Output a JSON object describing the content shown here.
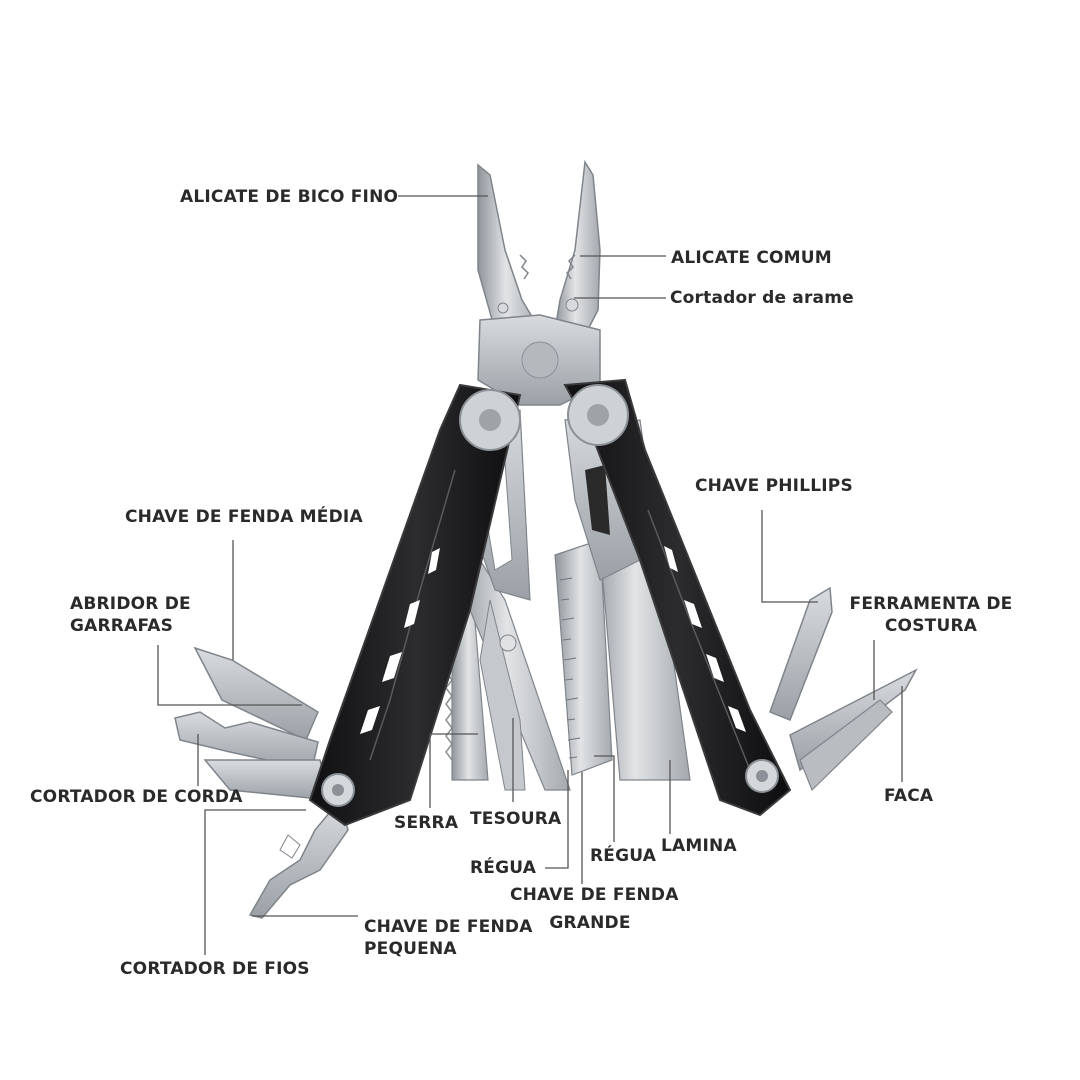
{
  "diagram": {
    "labels": {
      "alicate_bico_fino": "ALICATE DE BICO FINO",
      "alicate_comum": "ALICATE COMUM",
      "cortador_arame": "Cortador de arame",
      "chave_phillips": "CHAVE PHILLIPS",
      "chave_fenda_media": "CHAVE DE FENDA MÉDIA",
      "abridor_garrafas_1": "ABRIDOR DE",
      "abridor_garrafas_2": "GARRAFAS",
      "ferramenta_costura_1": "FERRAMENTA DE",
      "ferramenta_costura_2": "COSTURA",
      "cortador_corda": "CORTADOR DE CORDA",
      "faca": "FACA",
      "serra": "SERRA",
      "tesoura": "TESOURA",
      "lamina": "LAMINA",
      "regua_right": "RÉGUA",
      "regua_left": "RÉGUA",
      "chave_fenda_grande_1": "CHAVE DE FENDA",
      "chave_fenda_grande_2": "GRANDE",
      "chave_fenda_pequena_1": "CHAVE DE FENDA",
      "chave_fenda_pequena_2": "PEQUENA",
      "cortador_fios": "CORTADOR DE FIOS"
    },
    "colors": {
      "label_text": "#2a2a2a",
      "leader_line": "#555555",
      "steel": "#c9cccf",
      "steel_dark": "#9ea3a8",
      "handle": "#1c1c1e",
      "handle_edge": "#3a3a3c"
    }
  }
}
